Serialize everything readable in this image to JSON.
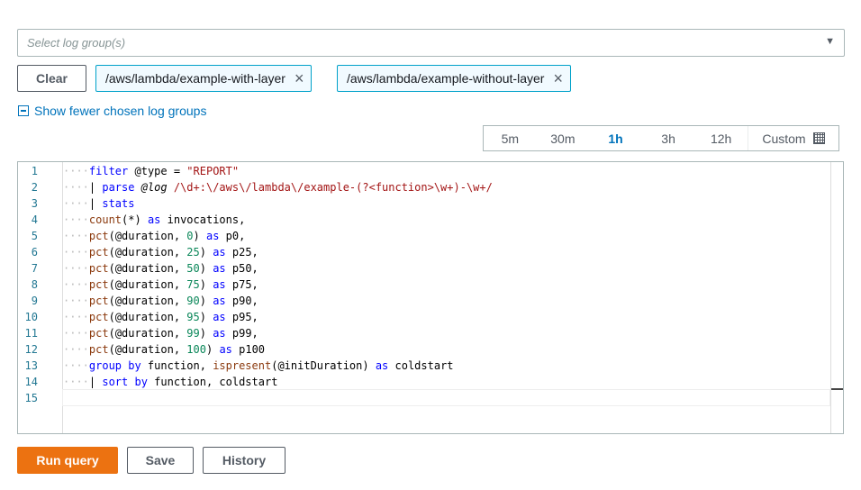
{
  "log_group_select": {
    "placeholder": "Select log group(s)",
    "caret_icon": "triangle-down"
  },
  "clear_label": "Clear",
  "chosen_log_groups": [
    "/aws/lambda/example-with-layer",
    "/aws/lambda/example-without-layer"
  ],
  "remove_icon": "×",
  "show_fewer_label": "Show fewer chosen log groups",
  "time_range": {
    "options": [
      "5m",
      "30m",
      "1h",
      "3h",
      "12h"
    ],
    "selected": "1h",
    "custom_label": "Custom"
  },
  "editor": {
    "lines": [
      [
        [
          "filter",
          "kw"
        ],
        [
          " @type = ",
          ""
        ],
        [
          "\"REPORT\"",
          "str"
        ]
      ],
      [
        [
          "| ",
          ""
        ],
        [
          "parse",
          "kw"
        ],
        [
          " ",
          ""
        ],
        [
          "@log",
          "it"
        ],
        [
          " /\\d+:\\/aws\\/lambda\\/example-(?<function>\\w+)-\\w+/",
          "str"
        ]
      ],
      [
        [
          "| ",
          ""
        ],
        [
          "stats",
          "kw"
        ]
      ],
      [
        [
          "count",
          "fn"
        ],
        [
          "(*) ",
          ""
        ],
        [
          "as",
          "kw"
        ],
        [
          " invocations,",
          ""
        ]
      ],
      [
        [
          "pct",
          "fn"
        ],
        [
          "(@duration, ",
          ""
        ],
        [
          "0",
          "num"
        ],
        [
          ") ",
          ""
        ],
        [
          "as",
          "kw"
        ],
        [
          " p0,",
          ""
        ]
      ],
      [
        [
          "pct",
          "fn"
        ],
        [
          "(@duration, ",
          ""
        ],
        [
          "25",
          "num"
        ],
        [
          ") ",
          ""
        ],
        [
          "as",
          "kw"
        ],
        [
          " p25,",
          ""
        ]
      ],
      [
        [
          "pct",
          "fn"
        ],
        [
          "(@duration, ",
          ""
        ],
        [
          "50",
          "num"
        ],
        [
          ") ",
          ""
        ],
        [
          "as",
          "kw"
        ],
        [
          " p50,",
          ""
        ]
      ],
      [
        [
          "pct",
          "fn"
        ],
        [
          "(@duration, ",
          ""
        ],
        [
          "75",
          "num"
        ],
        [
          ") ",
          ""
        ],
        [
          "as",
          "kw"
        ],
        [
          " p75,",
          ""
        ]
      ],
      [
        [
          "pct",
          "fn"
        ],
        [
          "(@duration, ",
          ""
        ],
        [
          "90",
          "num"
        ],
        [
          ") ",
          ""
        ],
        [
          "as",
          "kw"
        ],
        [
          " p90,",
          ""
        ]
      ],
      [
        [
          "pct",
          "fn"
        ],
        [
          "(@duration, ",
          ""
        ],
        [
          "95",
          "num"
        ],
        [
          ") ",
          ""
        ],
        [
          "as",
          "kw"
        ],
        [
          " p95,",
          ""
        ]
      ],
      [
        [
          "pct",
          "fn"
        ],
        [
          "(@duration, ",
          ""
        ],
        [
          "99",
          "num"
        ],
        [
          ") ",
          ""
        ],
        [
          "as",
          "kw"
        ],
        [
          " p99,",
          ""
        ]
      ],
      [
        [
          "pct",
          "fn"
        ],
        [
          "(@duration, ",
          ""
        ],
        [
          "100",
          "num"
        ],
        [
          ") ",
          ""
        ],
        [
          "as",
          "kw"
        ],
        [
          " p100",
          ""
        ]
      ],
      [
        [
          "group by",
          "kw"
        ],
        [
          " function, ",
          ""
        ],
        [
          "ispresent",
          "fn"
        ],
        [
          "(@initDuration) ",
          ""
        ],
        [
          "as",
          "kw"
        ],
        [
          " coldstart",
          ""
        ]
      ],
      [
        [
          "| ",
          ""
        ],
        [
          "sort by",
          "kw"
        ],
        [
          " function, coldstart",
          ""
        ]
      ],
      []
    ]
  },
  "buttons": {
    "run": "Run query",
    "save": "Save",
    "history": "History"
  },
  "colors": {
    "accent": "#0073bb",
    "run": "#ec7211",
    "tag_border": "#00a1c9"
  }
}
